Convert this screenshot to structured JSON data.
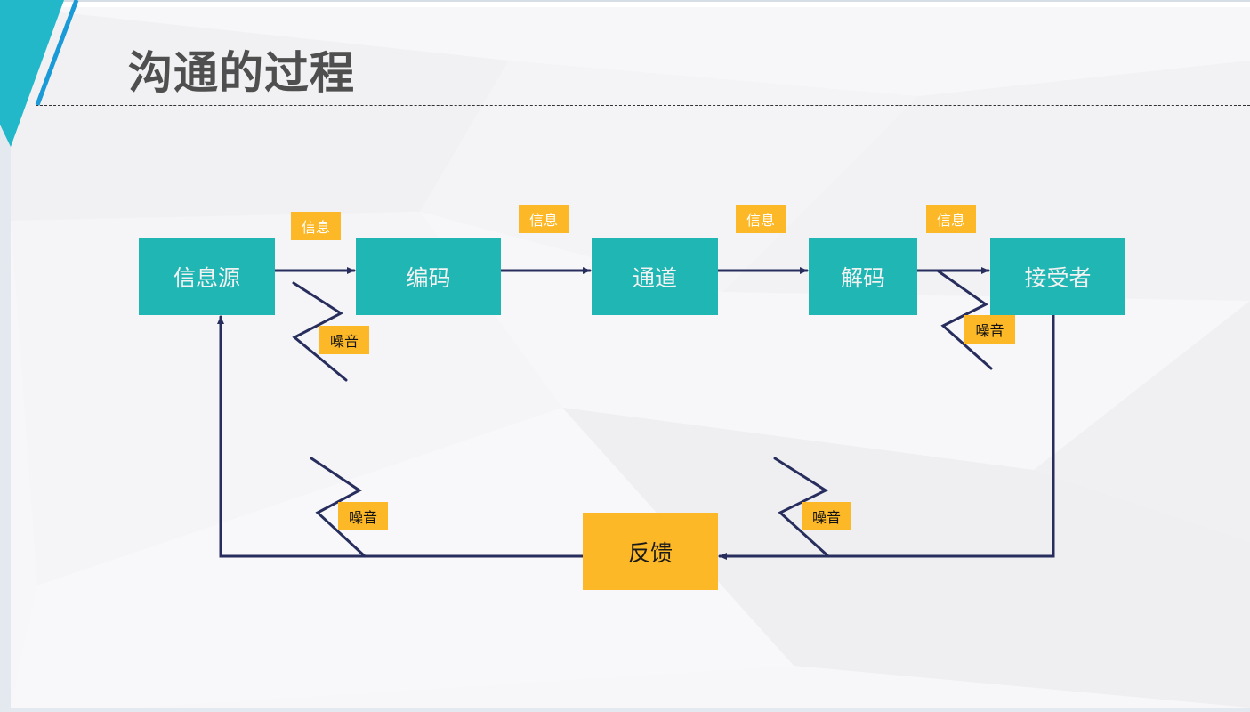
{
  "slide": {
    "title": "沟通的过程"
  },
  "colors": {
    "node": "#20b6b4",
    "feedback": "#fdb827",
    "tag": "#fdb827",
    "line": "#272d5c",
    "title": "#4f4f4f",
    "accent": "#22b8c9"
  },
  "diagram": {
    "nodes": [
      {
        "id": "source",
        "label": "信息源"
      },
      {
        "id": "encode",
        "label": "编码"
      },
      {
        "id": "channel",
        "label": "通道"
      },
      {
        "id": "decode",
        "label": "解码"
      },
      {
        "id": "receiver",
        "label": "接受者"
      },
      {
        "id": "feedback",
        "label": "反馈"
      }
    ],
    "info_tags": [
      "信息",
      "信息",
      "信息",
      "信息"
    ],
    "noise_tags": [
      "噪音",
      "噪音",
      "噪音",
      "噪音"
    ],
    "edges": [
      {
        "from": "source",
        "to": "encode",
        "label": "信息"
      },
      {
        "from": "encode",
        "to": "channel",
        "label": "信息"
      },
      {
        "from": "channel",
        "to": "decode",
        "label": "信息"
      },
      {
        "from": "decode",
        "to": "receiver",
        "label": "信息"
      },
      {
        "from": "receiver",
        "to": "feedback"
      },
      {
        "from": "feedback",
        "to": "source"
      }
    ]
  }
}
